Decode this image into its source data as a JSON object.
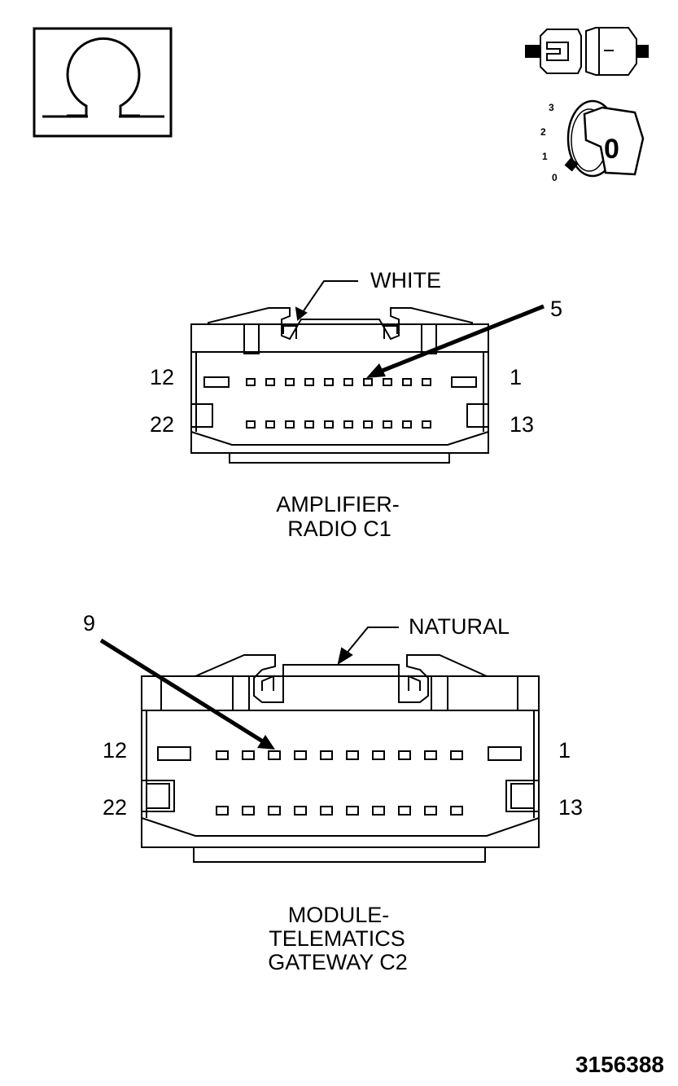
{
  "icons": {
    "ohmmeter": "ohm-icon",
    "connector_disconnect": "disconnect-connector-icon",
    "ignition": "ignition-key-off-icon"
  },
  "ignition_positions": [
    "3",
    "2",
    "1",
    "0"
  ],
  "ignition_key_label": "0",
  "connector1": {
    "color_label": "WHITE",
    "pin_callout": "5",
    "pin_top_left": "12",
    "pin_top_right": "1",
    "pin_bottom_left": "22",
    "pin_bottom_right": "13",
    "name_line1": "AMPLIFIER-",
    "name_line2": "RADIO C1"
  },
  "connector2": {
    "color_label": "NATURAL",
    "pin_callout": "9",
    "pin_top_left": "12",
    "pin_top_right": "1",
    "pin_bottom_left": "22",
    "pin_bottom_right": "13",
    "name_line1": "MODULE-",
    "name_line2": "TELEMATICS",
    "name_line3": "GATEWAY C2"
  },
  "figure_number": "3156388"
}
